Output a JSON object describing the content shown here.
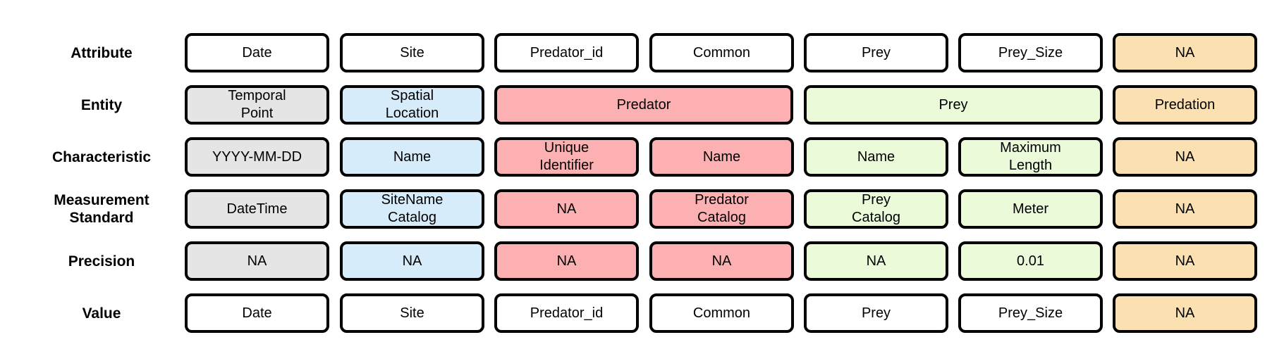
{
  "colors": {
    "white": "#ffffff",
    "gray": "#e5e5e5",
    "blue": "#d7ecfb",
    "red": "#fcb0b1",
    "green": "#ebfbda",
    "orange": "#fbe1b1",
    "border": "#000000"
  },
  "rows": [
    {
      "label": "Attribute",
      "cells": [
        {
          "text": "Date",
          "color": "white"
        },
        {
          "text": "Site",
          "color": "white"
        },
        {
          "text": "Predator_id",
          "color": "white"
        },
        {
          "text": "Common",
          "color": "white"
        },
        {
          "text": "Prey",
          "color": "white"
        },
        {
          "text": "Prey_Size",
          "color": "white"
        },
        {
          "text": "NA",
          "color": "orange"
        }
      ]
    },
    {
      "label": "Entity",
      "cells": [
        {
          "text": "Temporal\nPoint",
          "color": "gray"
        },
        {
          "text": "Spatial\nLocation",
          "color": "blue"
        },
        {
          "text": "Predator",
          "color": "red",
          "span": 2
        },
        {
          "text": "Prey",
          "color": "green",
          "span": 2
        },
        {
          "text": "Predation",
          "color": "orange"
        }
      ]
    },
    {
      "label": "Characteristic",
      "cells": [
        {
          "text": "YYYY-MM-DD",
          "color": "gray"
        },
        {
          "text": "Name",
          "color": "blue"
        },
        {
          "text": "Unique\nIdentifier",
          "color": "red"
        },
        {
          "text": "Name",
          "color": "red"
        },
        {
          "text": "Name",
          "color": "green"
        },
        {
          "text": "Maximum\nLength",
          "color": "green"
        },
        {
          "text": "NA",
          "color": "orange"
        }
      ]
    },
    {
      "label": "Measurement\nStandard",
      "cells": [
        {
          "text": "DateTime",
          "color": "gray"
        },
        {
          "text": "SiteName\nCatalog",
          "color": "blue"
        },
        {
          "text": "NA",
          "color": "red"
        },
        {
          "text": "Predator\nCatalog",
          "color": "red"
        },
        {
          "text": "Prey\nCatalog",
          "color": "green"
        },
        {
          "text": "Meter",
          "color": "green"
        },
        {
          "text": "NA",
          "color": "orange"
        }
      ]
    },
    {
      "label": "Precision",
      "cells": [
        {
          "text": "NA",
          "color": "gray"
        },
        {
          "text": "NA",
          "color": "blue"
        },
        {
          "text": "NA",
          "color": "red"
        },
        {
          "text": "NA",
          "color": "red"
        },
        {
          "text": "NA",
          "color": "green"
        },
        {
          "text": "0.01",
          "color": "green"
        },
        {
          "text": "NA",
          "color": "orange"
        }
      ]
    },
    {
      "label": "Value",
      "cells": [
        {
          "text": "Date",
          "color": "white"
        },
        {
          "text": "Site",
          "color": "white"
        },
        {
          "text": "Predator_id",
          "color": "white"
        },
        {
          "text": "Common",
          "color": "white"
        },
        {
          "text": "Prey",
          "color": "white"
        },
        {
          "text": "Prey_Size",
          "color": "white"
        },
        {
          "text": "NA",
          "color": "orange"
        }
      ]
    }
  ]
}
